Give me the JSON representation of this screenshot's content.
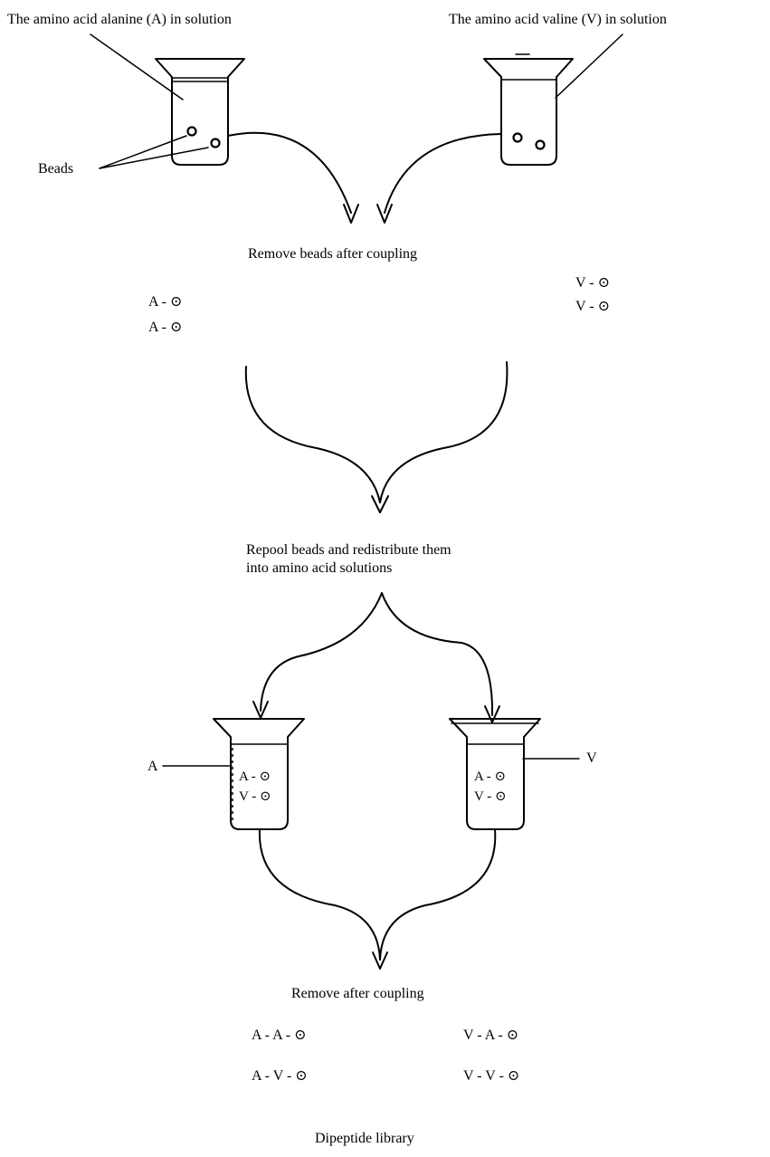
{
  "labels": {
    "alanine_solution": "The amino acid alanine (A) in solution",
    "valine_solution": "The amino acid valine (V) in solution",
    "beads": "Beads",
    "remove_beads": "Remove beads after coupling",
    "repool_line1": "Repool beads and redistribute them",
    "repool_line2": "into amino acid solutions",
    "beaker_a_label": "A",
    "beaker_v_label": "V",
    "remove_after": "Remove after coupling",
    "library": "Dipeptide library"
  },
  "first_coupling": {
    "a_products": [
      "A - ⊙",
      "A - ⊙"
    ],
    "v_products": [
      "V - ⊙",
      "V - ⊙"
    ]
  },
  "second_beakers": {
    "beaker_a": [
      "A - ⊙",
      "V - ⊙"
    ],
    "beaker_v": [
      "A - ⊙",
      "V - ⊙"
    ]
  },
  "dipeptides": {
    "left": [
      "A - A - ⊙",
      "A - V - ⊙"
    ],
    "right": [
      "V - A - ⊙",
      "V - V - ⊙"
    ]
  }
}
